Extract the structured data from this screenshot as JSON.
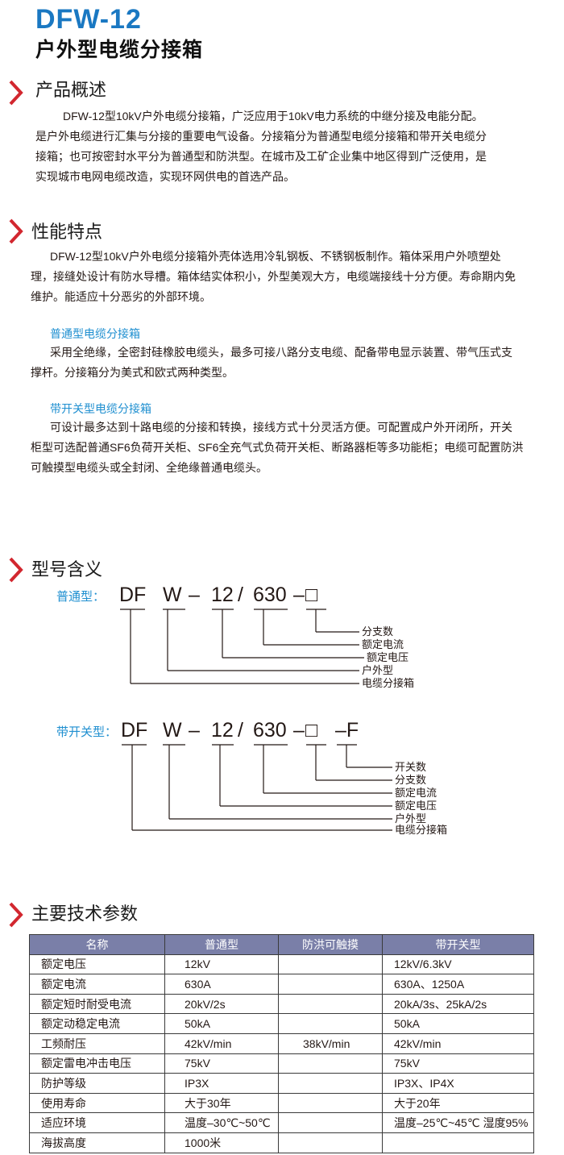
{
  "brand": {
    "model": "DFW-12",
    "name": "户外型电缆分接箱"
  },
  "colors": {
    "accent": "#1a78c2",
    "chevron": "#d2272f",
    "sublabel": "#1f8fd0",
    "table_header": "#7a7fa8"
  },
  "sections": {
    "overview": {
      "icon": "chevron-right-icon",
      "title": "产品概述",
      "lines": [
        "DFW-12型10kV户外电缆分接箱，广泛应用于10kV电力系统的中继分接及电能分配。",
        "是户外电缆进行汇集与分接的重要电气设备。分接箱分为普通型电缆分接箱和带开关电缆分",
        "接箱；也可按密封水平分为普通型和防洪型。在城市及工矿企业集中地区得到广泛使用，是",
        "实现城市电网电缆改造，实现环网供电的首选产品。"
      ]
    },
    "features": {
      "icon": "chevron-right-icon",
      "title": "性能特点",
      "lines": [
        "DFW-12型10kV户外电缆分接箱外壳体选用冷轧钢板、不锈钢板制作。箱体采用户外喷塑处",
        "理，接缝处设计有防水导槽。箱体结实体积小，外型美观大方，电缆端接线十分方便。寿命期内免",
        "维护。能适应十分恶劣的外部环境。"
      ],
      "normal": {
        "subtitle": "普通型电缆分接箱",
        "lines": [
          "采用全绝缘，全密封硅橡胶电缆头，最多可接八路分支电缆、配备带电显示装置、带气压式支",
          "撑杆。分接箱分为美式和欧式两种类型。"
        ]
      },
      "switch": {
        "subtitle": "带开关型电缆分接箱",
        "lines": [
          "可设计最多达到十路电缆的分接和转换，接线方式十分灵活方便。可配置成户外开闭所，开关",
          "柜型可选配普通SF6负荷开关柜、SF6全充气式负荷开关柜、断路器柜等多功能柜；电缆可配置防洪",
          "可触摸型电缆头或全封闭、全绝缘普通电缆头。"
        ]
      }
    },
    "model": {
      "icon": "chevron-right-icon",
      "title": "型号含义",
      "normal": {
        "label": "普通型：",
        "parts": [
          "DF",
          "W",
          "–",
          "12",
          "/",
          "630",
          "–",
          "□"
        ],
        "legend": [
          "分支数",
          "额定电流",
          "额定电压",
          "户外型",
          "电缆分接箱"
        ]
      },
      "switch": {
        "label": "带开关型：",
        "parts": [
          "DF",
          "W",
          "–",
          "12",
          "/",
          "630",
          "–",
          "□",
          "–F"
        ],
        "legend": [
          "开关数",
          "分支数",
          "额定电流",
          "额定电压",
          "户外型",
          "电缆分接箱"
        ]
      }
    },
    "specs": {
      "icon": "chevron-right-icon",
      "title": "主要技术参数",
      "headers": [
        "名称",
        "普通型",
        "防洪可触摸",
        "带开关型"
      ],
      "rows": [
        {
          "name": "额定电压",
          "normal": "12kV",
          "flood": "",
          "switch": "12kV/6.3kV"
        },
        {
          "name": "额定电流",
          "normal": "630A",
          "flood": "",
          "switch": "630A、1250A"
        },
        {
          "name": "额定短时耐受电流",
          "normal": "20kV/2s",
          "flood": "",
          "switch": "20kA/3s、25kA/2s"
        },
        {
          "name": "额定动稳定电流",
          "normal": "50kA",
          "flood": "",
          "switch": "50kA"
        },
        {
          "name": "工频耐压",
          "normal": "42kV/min",
          "flood": "38kV/min",
          "switch": "42kV/min"
        },
        {
          "name": "额定雷电冲击电压",
          "normal": "75kV",
          "flood": "",
          "switch": "75kV"
        },
        {
          "name": "防护等级",
          "normal": "IP3X",
          "flood": "",
          "switch": "IP3X、IP4X"
        },
        {
          "name": "使用寿命",
          "normal": "大于30年",
          "flood": "",
          "switch": "大于20年"
        },
        {
          "name": "适应环境",
          "normal": "温度–30℃~50℃",
          "flood": "",
          "switch": "温度–25℃~45℃ 湿度95%"
        },
        {
          "name": "海拔高度",
          "normal": "1000米",
          "flood": "",
          "switch": ""
        }
      ]
    }
  }
}
